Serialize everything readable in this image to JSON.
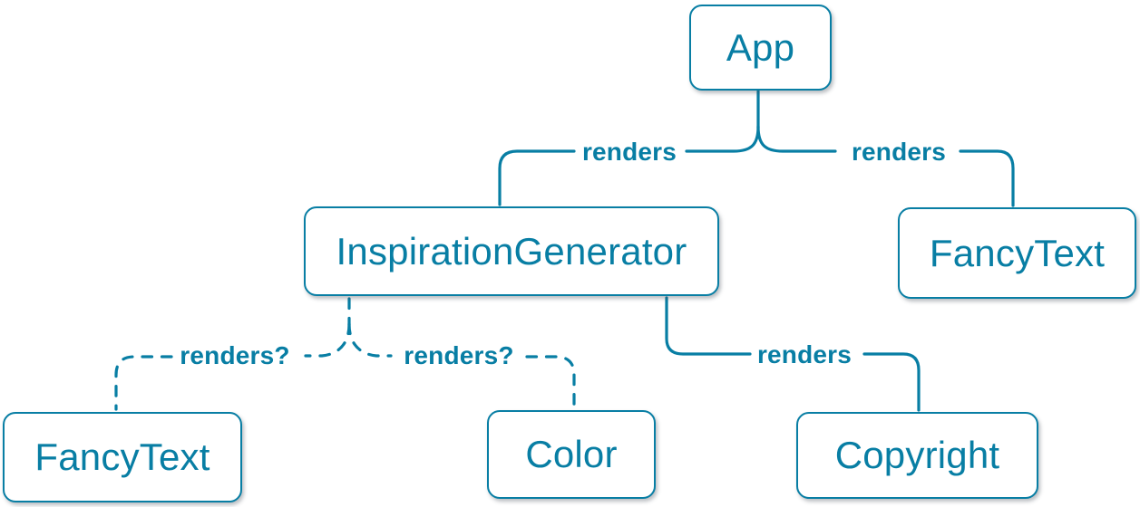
{
  "diagram": {
    "title": "React render tree diagram",
    "colors": {
      "accent": "#087ea4",
      "node_fill": "#ffffff",
      "background": "#ffffff"
    },
    "nodes": [
      {
        "id": "app",
        "label": "App"
      },
      {
        "id": "inspiration-generator",
        "label": "InspirationGenerator"
      },
      {
        "id": "fancy-text-top",
        "label": "FancyText"
      },
      {
        "id": "fancy-text-bottom",
        "label": "FancyText"
      },
      {
        "id": "color",
        "label": "Color"
      },
      {
        "id": "copyright",
        "label": "Copyright"
      }
    ],
    "edges": [
      {
        "from": "App",
        "to": "InspirationGenerator",
        "label": "renders",
        "style": "solid"
      },
      {
        "from": "App",
        "to": "FancyText",
        "label": "renders",
        "style": "solid"
      },
      {
        "from": "InspirationGenerator",
        "to": "FancyText",
        "label": "renders?",
        "style": "dashed"
      },
      {
        "from": "InspirationGenerator",
        "to": "Color",
        "label": "renders?",
        "style": "dashed"
      },
      {
        "from": "InspirationGenerator",
        "to": "Copyright",
        "label": "renders",
        "style": "solid"
      }
    ]
  }
}
